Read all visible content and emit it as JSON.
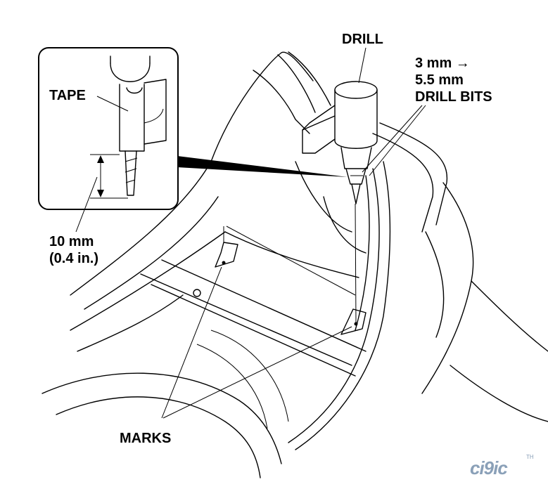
{
  "labels": {
    "drill": "DRILL",
    "bits_line1": "3 mm →",
    "bits_line2": "5.5 mm",
    "bits_line3": "DRILL BITS",
    "tape": "TAPE",
    "depth_line1": "10 mm",
    "depth_line2": "(0.4 in.)",
    "marks": "MARKS"
  },
  "logo": {
    "text": "ci9ic",
    "sub": "TH",
    "color": "#8aa0b8"
  }
}
